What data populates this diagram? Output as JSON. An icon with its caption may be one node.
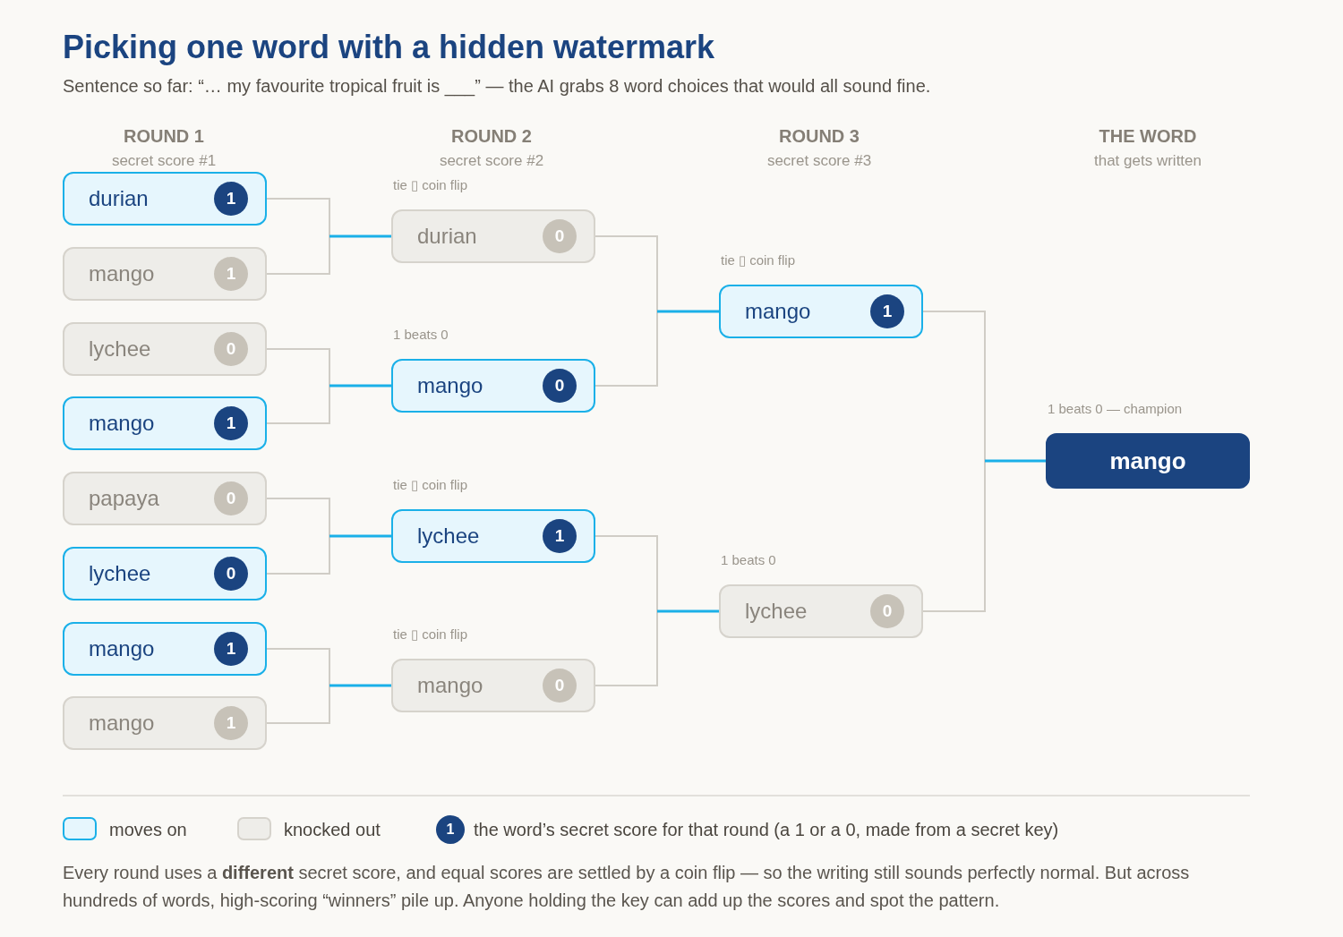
{
  "diagram": {
    "title": "Picking one word with a hidden watermark",
    "caption": "Every round uses a **different** secret score, and equal scores are settled by a coin flip — so the writing still sounds perfectly normal. But across hundreds of words, high-scoring “winners” pile up. Anyone holding the key can add up the scores and spot the pattern.",
    "nodes": [
      {
        "text": [
          "durian",
          "1"
        ]
      },
      {
        "text": [
          "mango",
          "1"
        ]
      },
      {
        "text": [
          "lychee",
          "0"
        ]
      },
      {
        "text": [
          "mango",
          "1"
        ]
      },
      {
        "text": [
          "papaya",
          "0"
        ]
      },
      {
        "text": [
          "lychee",
          "0"
        ]
      },
      {
        "text": [
          "mango",
          "1"
        ]
      },
      {
        "text": [
          "mango",
          "1"
        ]
      },
      {
        "text": [
          "durian",
          "0"
        ],
        "beside": [
          "tie ▯ coin flip"
        ]
      },
      {
        "text": [
          "mango",
          "0"
        ],
        "beside": [
          "1 beats 0"
        ]
      },
      {
        "text": [
          "lychee",
          "1"
        ],
        "beside": [
          "tie ▯ coin flip"
        ]
      },
      {
        "text": [
          "mango",
          "0"
        ],
        "beside": [
          "tie ▯ coin flip"
        ]
      },
      {
        "text": [
          "mango",
          "1"
        ],
        "beside": [
          "tie ▯ coin flip"
        ]
      },
      {
        "text": [
          "lychee",
          "0"
        ],
        "beside": [
          "1 beats 0"
        ]
      },
      {
        "text": [
          "mango"
        ],
        "beside": [
          "1 beats 0 — champion"
        ]
      }
    ],
    "edges": [
      {
        "from": 0,
        "to": 8,
        "arrow": "none"
      },
      {
        "from": 1,
        "to": 8,
        "arrow": "none"
      },
      {
        "from": 2,
        "to": 9,
        "arrow": "none"
      },
      {
        "from": 3,
        "to": 9,
        "arrow": "none"
      },
      {
        "from": 4,
        "to": 10,
        "arrow": "none"
      },
      {
        "from": 5,
        "to": 10,
        "arrow": "none"
      },
      {
        "from": 6,
        "to": 11,
        "arrow": "none"
      },
      {
        "from": 7,
        "to": 11,
        "arrow": "none"
      },
      {
        "from": 8,
        "to": 12,
        "arrow": "none"
      },
      {
        "from": 9,
        "to": 12,
        "arrow": "none"
      },
      {
        "from": 10,
        "to": 13,
        "arrow": "none"
      },
      {
        "from": 11,
        "to": 13,
        "arrow": "none"
      },
      {
        "from": 12,
        "to": 14,
        "arrow": "none"
      },
      {
        "from": 13,
        "to": 14,
        "arrow": "none"
      }
    ],
    "labels": [
      "Sentence so far: “… my favourite tropical fruit is ___” — the AI grabs 8 word choices that would all sound fine.",
      "ROUND 1",
      "secret score #1",
      "ROUND 2",
      "secret score #2",
      "ROUND 3",
      "secret score #3",
      "THE WORD",
      "that gets written",
      "1"
    ],
    "legend": [
      {
        "text": "moves on",
        "color": "#e6f6fd"
      },
      {
        "text": "knocked out",
        "color": "#eeede9"
      },
      {
        "text": "the word’s secret score for that round (a 1 or a 0, made from a secret key)"
      }
    ]
  }
}
